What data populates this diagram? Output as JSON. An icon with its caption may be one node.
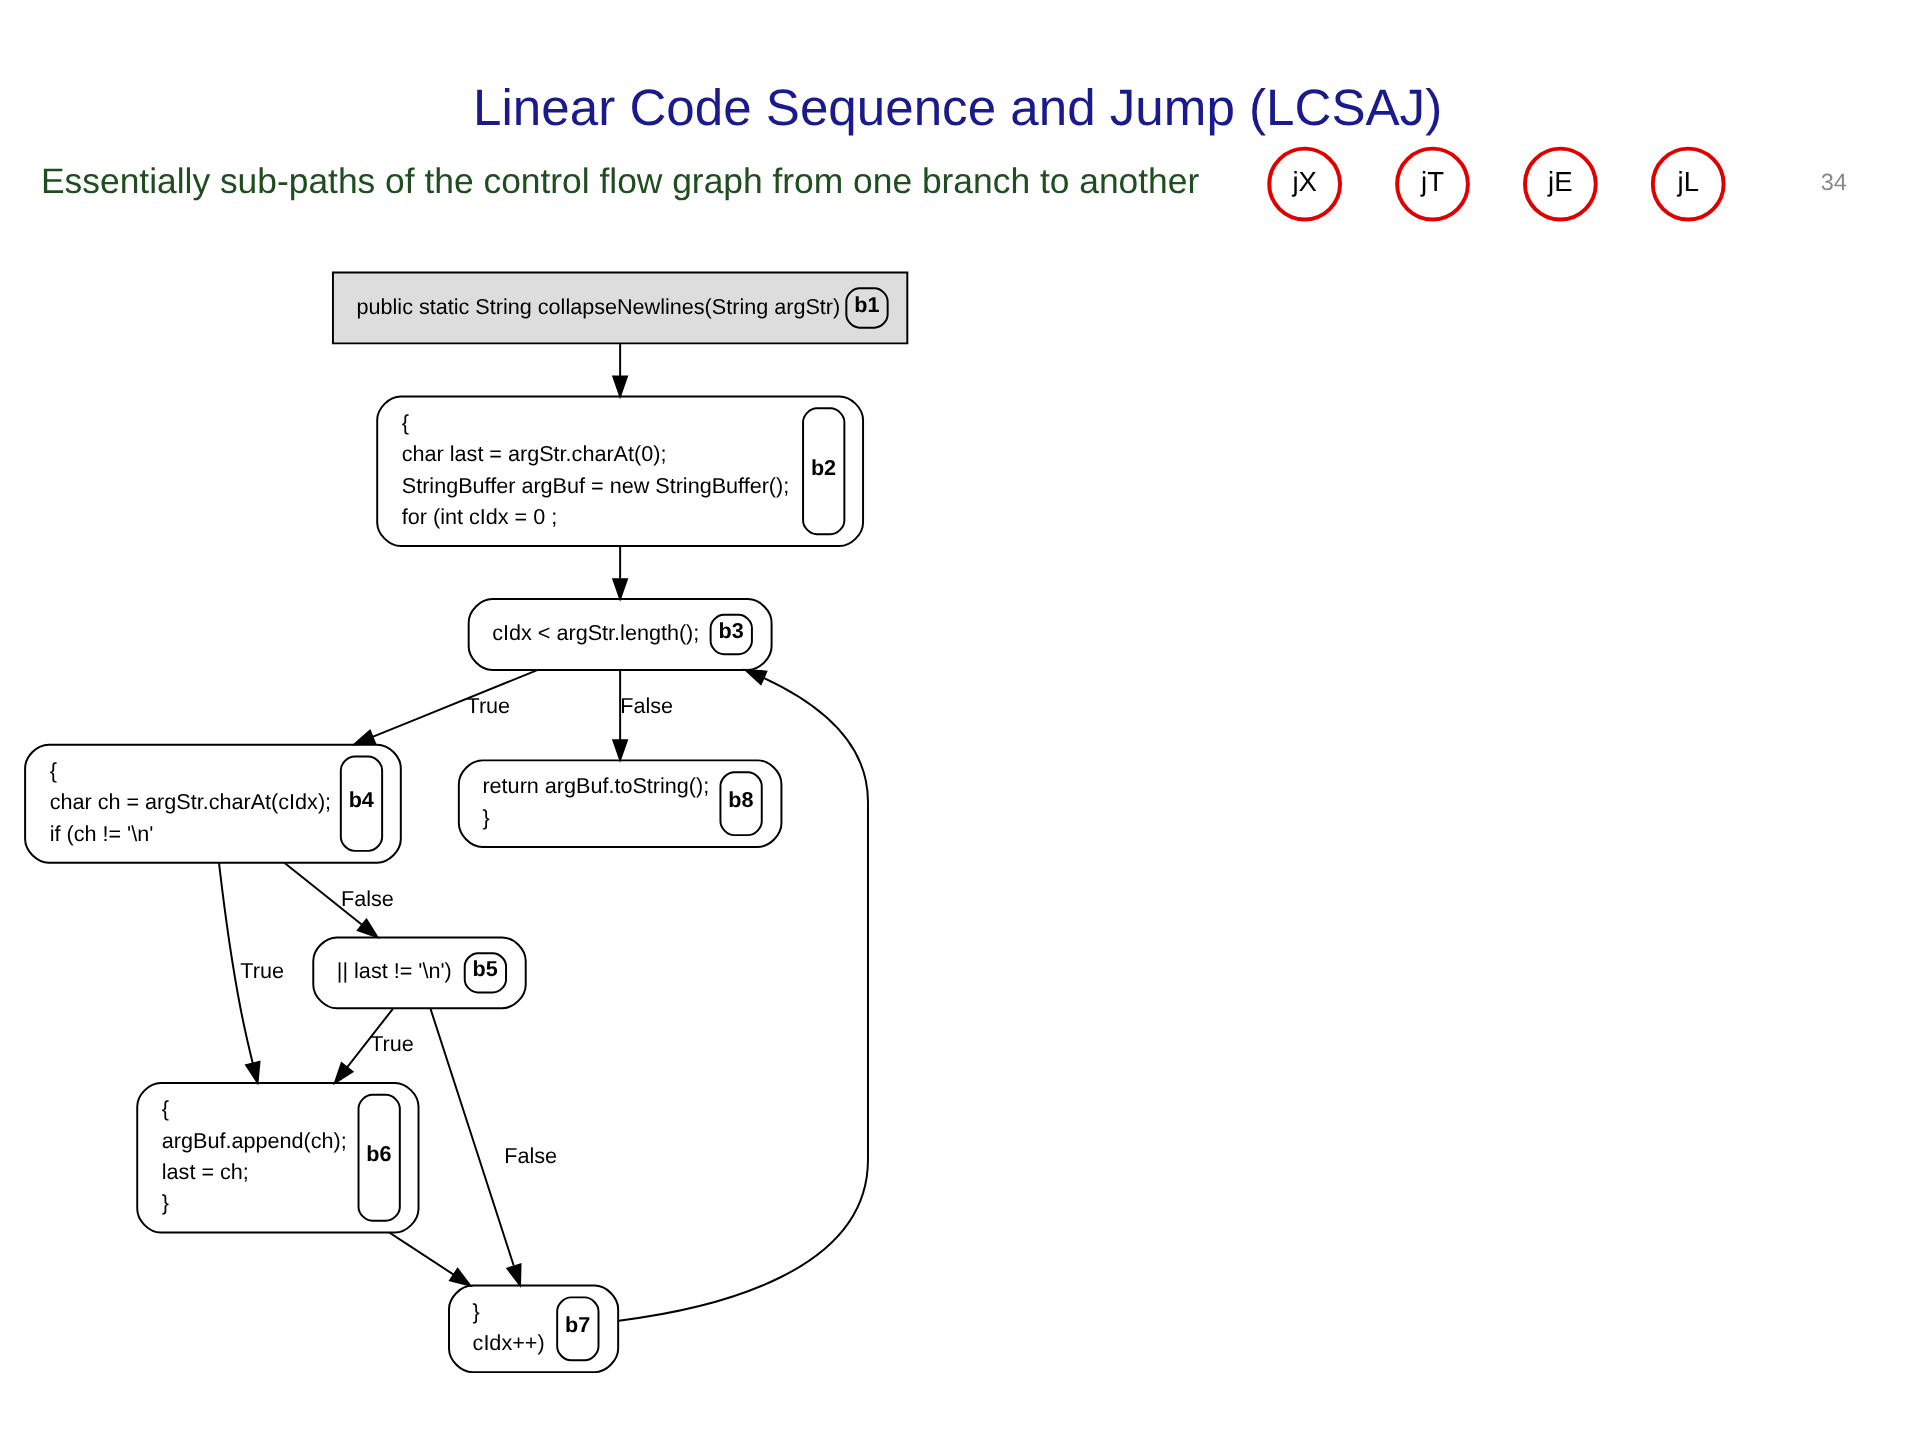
{
  "diagram": {
    "title": "Linear Code Sequence and Jump (LCSAJ)",
    "nodes": [
      {
        "text": [
          "public static String collapseNewlines(String argStr)",
          "b1"
        ]
      },
      {
        "text": [
          "{",
          "char last = argStr.charAt(0);",
          "StringBuffer argBuf = new StringBuffer();",
          "for (int cIdx = 0 ;",
          "b2"
        ]
      },
      {
        "text": [
          "cIdx < argStr.length();",
          "b3"
        ]
      },
      {
        "text": [
          "{",
          "char ch = argStr.charAt(cIdx);",
          "if (ch != '\\n'",
          "b4"
        ]
      },
      {
        "text": [
          "|| last != '\\n')",
          "b5"
        ]
      },
      {
        "text": [
          "{",
          "argBuf.append(ch);",
          "last = ch;",
          "}",
          "b6"
        ]
      },
      {
        "text": [
          "}",
          "cIdx++)",
          "b7"
        ]
      },
      {
        "text": [
          "return argBuf.toString();",
          "}",
          "b8"
        ]
      }
    ],
    "edges": [
      {
        "from": 0,
        "to": 1,
        "arrow": "to"
      },
      {
        "from": 1,
        "to": 2,
        "arrow": "to"
      },
      {
        "from": 2,
        "to": 7,
        "arrow": "to",
        "label": "False"
      },
      {
        "from": 2,
        "to": 3,
        "arrow": "to",
        "label": "True"
      },
      {
        "from": 3,
        "to": 4,
        "arrow": "to",
        "label": "False"
      },
      {
        "from": 3,
        "to": 5,
        "arrow": "to",
        "label": "True"
      },
      {
        "from": 4,
        "to": 5,
        "arrow": "to",
        "label": "True"
      },
      {
        "from": 4,
        "to": 6,
        "arrow": "to",
        "label": "False"
      },
      {
        "from": 5,
        "to": 6,
        "arrow": "to"
      },
      {
        "from": 6,
        "to": 2,
        "arrow": "to"
      }
    ],
    "labels": [
      "Essentially sub-paths of the control flow graph from one branch to another",
      "jX",
      "jT",
      "jE",
      "jL",
      "34"
    ]
  }
}
